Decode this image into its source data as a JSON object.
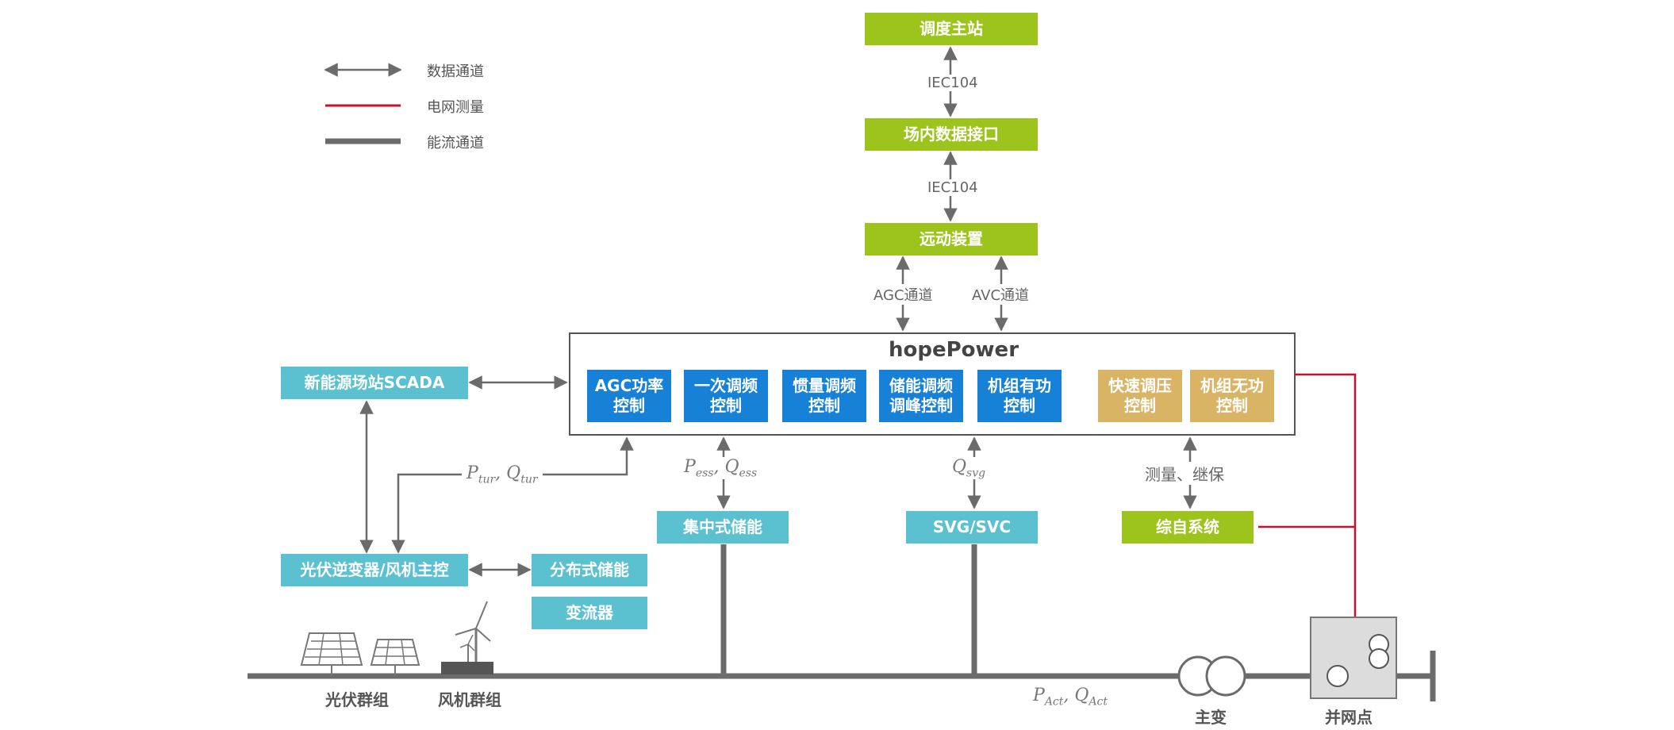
{
  "legend": {
    "data_channel": "数据通道",
    "grid_measure": "电网测量",
    "energy_flow": "能流通道"
  },
  "top": {
    "dispatch": "调度主站",
    "station_interface": "场内数据接口",
    "rtu": "远动装置",
    "iec1": "IEC104",
    "iec2": "IEC104",
    "agc_channel": "AGC通道",
    "avc_channel": "AVC通道"
  },
  "hopepower": {
    "title": "hopePower",
    "modules": [
      {
        "label": "AGC功率\n控制",
        "kind": "blue"
      },
      {
        "label": "一次调频\n控制",
        "kind": "blue"
      },
      {
        "label": "惯量调频\n控制",
        "kind": "blue"
      },
      {
        "label": "储能调频\n调峰控制",
        "kind": "blue"
      },
      {
        "label": "机组有功\n控制",
        "kind": "blue"
      },
      {
        "label": "快速调压\n控制",
        "kind": "tan"
      },
      {
        "label": "机组无功\n控制",
        "kind": "tan"
      }
    ]
  },
  "nodes": {
    "scada": "新能源场站SCADA",
    "inverter": "光伏逆变器/风机主控",
    "dist_storage": "分布式储能",
    "converter": "变流器",
    "central_storage": "集中式储能",
    "svg": "SVG/SVC",
    "integrated": "综自系统"
  },
  "flows": {
    "p_tur": "P",
    "p_tur_sub": "tur",
    "q_tur": "Q",
    "q_tur_sub": "tur",
    "p_ess": "P",
    "p_ess_sub": "ess",
    "q_ess": "Q",
    "q_ess_sub": "ess",
    "q_svg": "Q",
    "q_svg_sub": "svg",
    "measure": "测量、继保",
    "p_act": "P",
    "p_act_sub": "Act",
    "q_act": "Q",
    "q_act_sub": "Act"
  },
  "bottom": {
    "pv_group": "光伏群组",
    "wind_group": "风机群组",
    "main_transformer": "主变",
    "grid_point": "并网点"
  },
  "colors": {
    "green": "#9dc41c",
    "teal": "#5bc0d0",
    "blue": "#1681d6",
    "tan": "#dab465",
    "arrow": "#6b6b6b",
    "red": "#c8102e"
  }
}
